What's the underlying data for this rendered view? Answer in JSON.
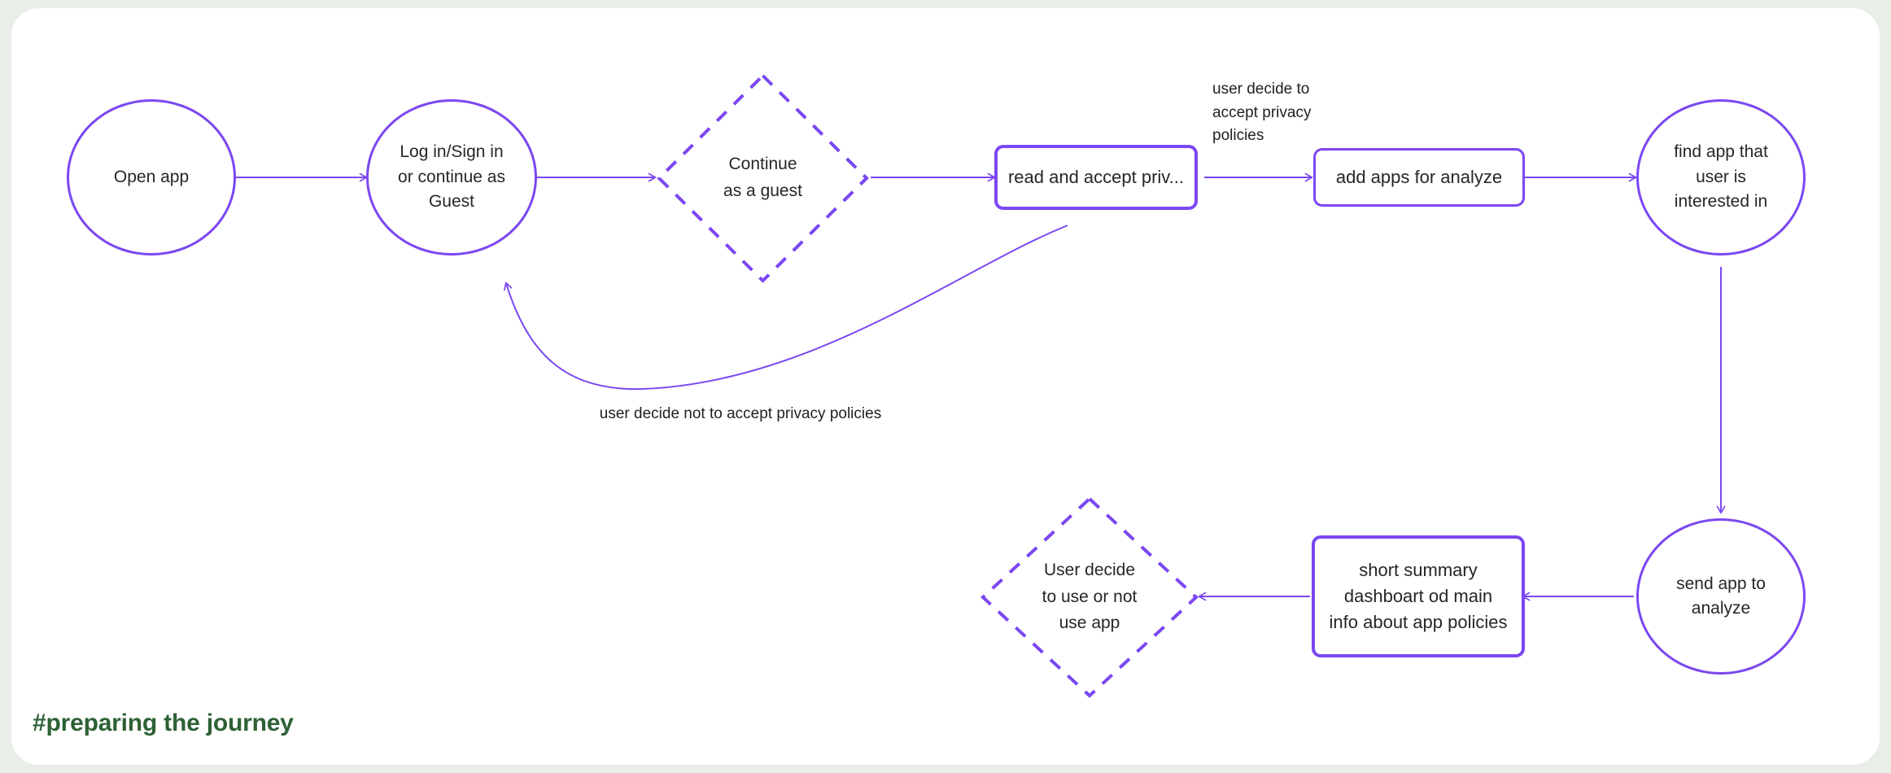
{
  "meta": {
    "title": "#preparing the journey",
    "accent_color": "#7b47f2",
    "title_color": "#2e6135",
    "canvas_color": "#ffffff",
    "page_background": "#e9eee9",
    "text_color": "#26262b"
  },
  "nodes": {
    "open_app": {
      "label": "Open app",
      "shape": "circle"
    },
    "login": {
      "label": "Log in/Sign in\nor  continue as\nGuest",
      "shape": "circle"
    },
    "continue_guest": {
      "label": "Continue\nas a guest",
      "shape": "diamond-dashed"
    },
    "read_accept": {
      "label": "read and accept priv...",
      "shape": "rounded-rect"
    },
    "add_apps": {
      "label": "add apps for analyze",
      "shape": "rounded-rect"
    },
    "find_app": {
      "label": "find app that\nuser is\ninterested in",
      "shape": "circle"
    },
    "send_app": {
      "label": "send app to\nanalyze",
      "shape": "circle"
    },
    "short_summary": {
      "label": "short summary\ndashboart od main\ninfo about app policies",
      "shape": "rounded-rect"
    },
    "user_decide": {
      "label": "User decide\nto use or not\nuse app",
      "shape": "diamond-dashed"
    }
  },
  "edge_labels": {
    "accept_privacy": "user decide to\naccept privacy\npolicies",
    "not_accept_privacy": "user decide not to accept privacy policies"
  },
  "edges": [
    {
      "from": "open_app",
      "to": "login",
      "kind": "straight-right"
    },
    {
      "from": "login",
      "to": "continue_guest",
      "kind": "straight-right"
    },
    {
      "from": "continue_guest",
      "to": "read_accept",
      "kind": "straight-right"
    },
    {
      "from": "read_accept",
      "to": "add_apps",
      "kind": "straight-right",
      "label": "accept_privacy"
    },
    {
      "from": "add_apps",
      "to": "find_app",
      "kind": "straight-right"
    },
    {
      "from": "find_app",
      "to": "send_app",
      "kind": "straight-down"
    },
    {
      "from": "send_app",
      "to": "short_summary",
      "kind": "straight-left"
    },
    {
      "from": "short_summary",
      "to": "user_decide",
      "kind": "straight-left"
    },
    {
      "from": "read_accept",
      "to": "login",
      "kind": "curved-back",
      "label": "not_accept_privacy"
    }
  ]
}
